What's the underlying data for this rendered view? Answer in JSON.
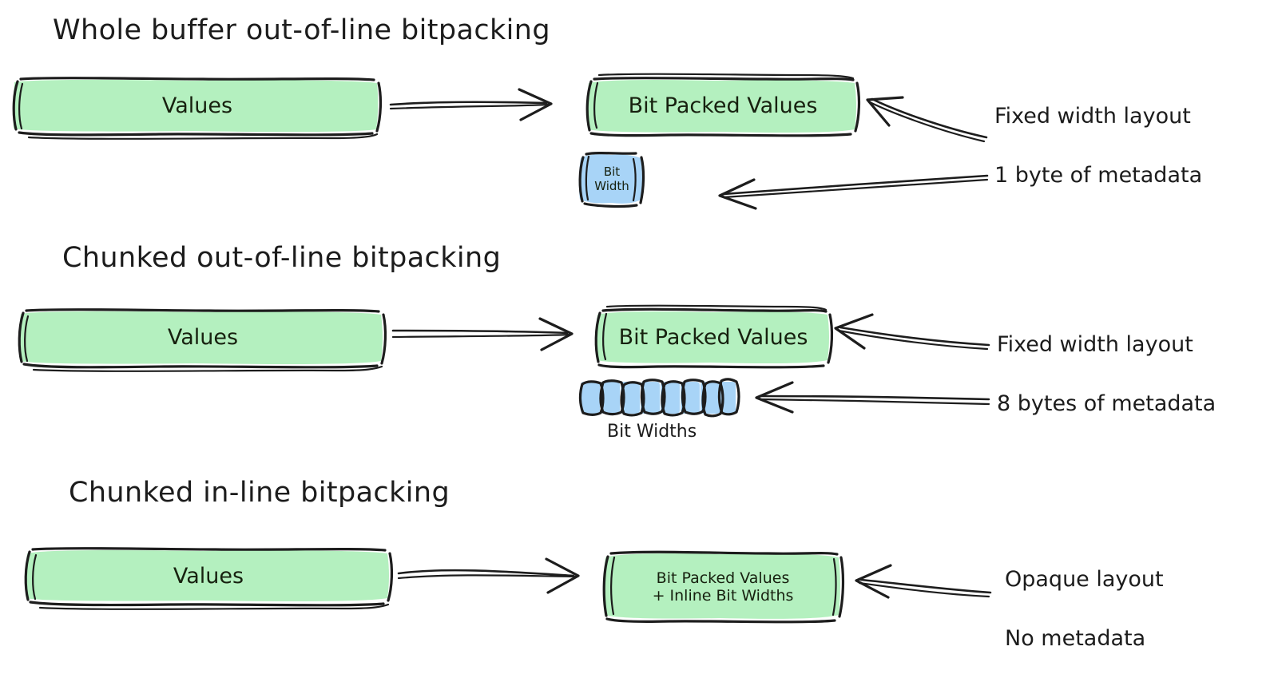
{
  "palette": {
    "green_fill": "#b4f0bf",
    "blue_fill": "#a8d4f7",
    "stroke": "#1d1d1d",
    "text": "#1c1c1c",
    "background": "#ffffff"
  },
  "sections": [
    {
      "title": "Whole buffer out-of-line bitpacking",
      "source_box": {
        "label": "Values"
      },
      "packed_box": {
        "label": "Bit Packed Values"
      },
      "meta_box": {
        "label_line1": "Bit",
        "label_line2": "Width"
      },
      "annotations": [
        {
          "text": "Fixed width layout"
        },
        {
          "text": "1 byte of metadata"
        }
      ]
    },
    {
      "title": "Chunked out-of-line bitpacking",
      "source_box": {
        "label": "Values"
      },
      "packed_box": {
        "label": "Bit Packed Values"
      },
      "meta_strip": {
        "caption": "Bit Widths",
        "cell_count": 8
      },
      "annotations": [
        {
          "text": "Fixed width layout"
        },
        {
          "text": "8 bytes of metadata"
        }
      ]
    },
    {
      "title": "Chunked in-line bitpacking",
      "source_box": {
        "label": "Values"
      },
      "packed_box": {
        "label_line1": "Bit Packed Values",
        "label_line2": "+ Inline Bit Widths"
      },
      "annotations": [
        {
          "text": "Opaque layout"
        },
        {
          "text": "No metadata"
        }
      ]
    }
  ]
}
